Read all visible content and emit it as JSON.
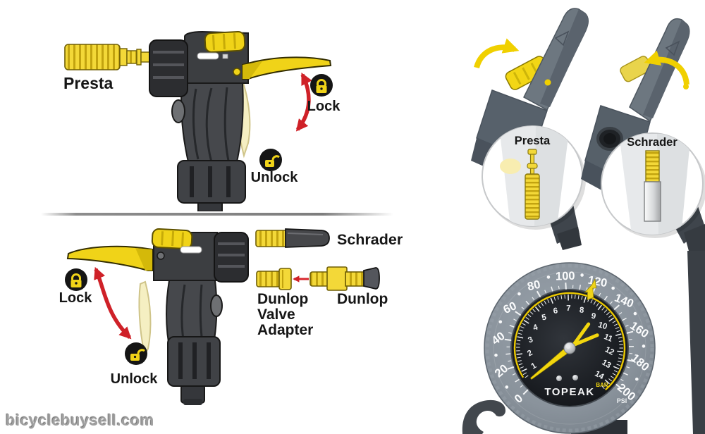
{
  "watermark": {
    "text": "bicyclebuysell.com"
  },
  "panel_top_left": {
    "valve_label": "Presta",
    "lock_label": "Lock",
    "unlock_label": "Unlock"
  },
  "panel_bottom_left": {
    "lock_label": "Lock",
    "unlock_label": "Unlock",
    "schrader_label": "Schrader",
    "adapter_line1": "Dunlop",
    "adapter_line2": "Valve",
    "adapter_line3": "Adapter",
    "dunlop_label": "Dunlop"
  },
  "panel_top_right": {
    "presta_label": "Presta",
    "schrader_label": "Schrader"
  },
  "gauge": {
    "brand": "TOPEAK",
    "outer_unit": "PSI",
    "inner_unit": "BAR",
    "psi_min": 0,
    "psi_max": 200,
    "psi_major_step": 20,
    "psi_tick_step": 5,
    "psi_labels": [
      0,
      20,
      40,
      60,
      80,
      100,
      120,
      140,
      160,
      180,
      200
    ],
    "bar_labels": [
      1,
      2,
      3,
      4,
      5,
      6,
      7,
      8,
      9,
      10,
      11,
      12,
      13,
      14
    ],
    "psi_per_bar": 14.5,
    "needle_psi": 5,
    "marker_psi": 118,
    "start_angle_deg": 225,
    "end_angle_deg": -38
  },
  "colors": {
    "accent_yellow": "#f0d318",
    "pale_yellow": "#f5efc2",
    "arrow_red": "#cf2128",
    "body_dark": "#3c3e41",
    "ring_gray": "#87919a",
    "dial_black": "#17191d"
  }
}
